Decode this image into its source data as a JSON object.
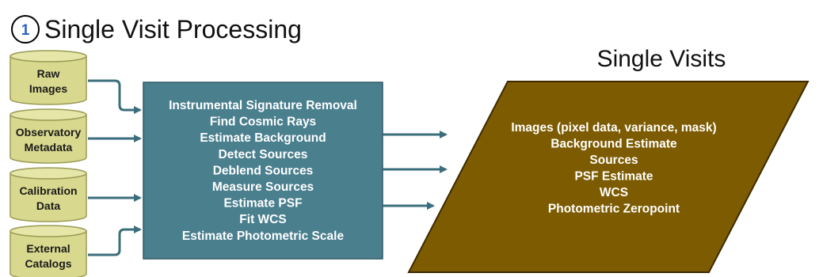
{
  "header": {
    "step_number": "1",
    "title": "Single Visit Processing"
  },
  "inputs": [
    {
      "lines": [
        "Raw",
        "Images"
      ]
    },
    {
      "lines": [
        "Observatory",
        "Metadata"
      ]
    },
    {
      "lines": [
        "Calibration",
        "Data"
      ]
    },
    {
      "lines": [
        "External",
        "Catalogs"
      ]
    }
  ],
  "process": {
    "steps": [
      "Instrumental Signature Removal",
      "Find Cosmic Rays",
      "Estimate Background",
      "Detect Sources",
      "Deblend Sources",
      "Measure Sources",
      "Estimate PSF",
      "Fit WCS",
      "Estimate Photometric Scale"
    ]
  },
  "output": {
    "title": "Single Visits",
    "items": [
      "Images (pixel data, variance, mask)",
      "Background Estimate",
      "Sources",
      "PSF Estimate",
      "WCS",
      "Photometric Zeropoint"
    ]
  },
  "colors": {
    "cylinder_fill": "#d8d88e",
    "cylinder_top": "#e6e6a8",
    "cylinder_stroke": "#9a9a55",
    "process_fill": "#4a7f8e",
    "process_stroke": "#2f5866",
    "output_fill": "#7d5b00",
    "output_stroke": "#3d2a00",
    "arrow": "#3b6e7c",
    "badge_stroke": "#000000",
    "badge_text": "#2a62c9"
  }
}
